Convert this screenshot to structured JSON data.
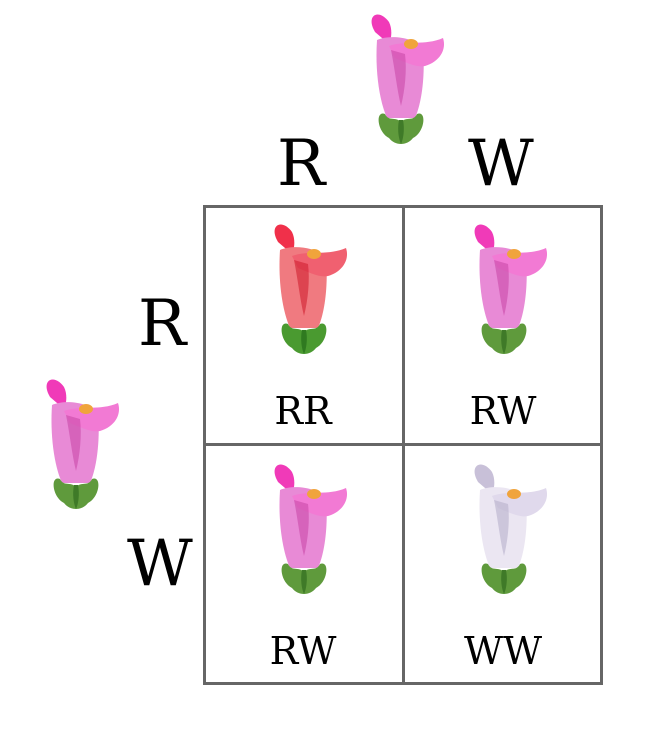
{
  "parents": {
    "top": {
      "alleles": [
        "R",
        "W"
      ],
      "flower_color": "#e86ccc"
    },
    "left": {
      "alleles": [
        "R",
        "W"
      ],
      "flower_color": "#e86ccc"
    }
  },
  "grid": {
    "cells": [
      {
        "genotype": "RR",
        "flower_color": "#f0606f"
      },
      {
        "genotype": "RW",
        "flower_color": "#e86ccc"
      },
      {
        "genotype": "RW",
        "flower_color": "#e86ccc"
      },
      {
        "genotype": "WW",
        "flower_color": "#ddd6ec"
      }
    ]
  },
  "colors": {
    "grid_line": "#666666",
    "pink": "#e86ccc",
    "red": "#f0606f",
    "white": "#ddd6ec",
    "stem_green": "#5f9a3c"
  }
}
